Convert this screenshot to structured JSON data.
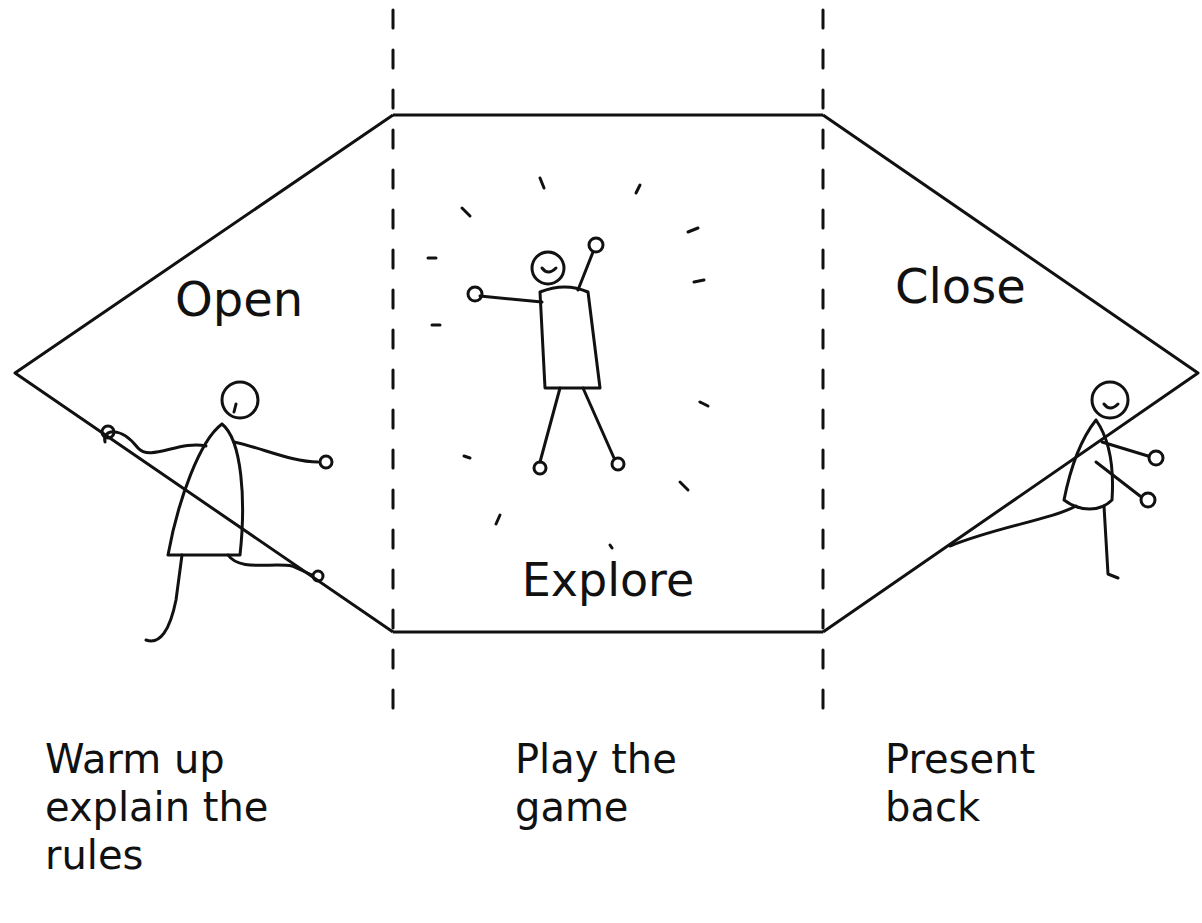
{
  "diagram": {
    "nodes": [
      {
        "text": [
          "Open"
        ]
      },
      {
        "text": [
          "Explore"
        ]
      },
      {
        "text": [
          "Close"
        ]
      }
    ],
    "labels": [
      "Warm up explain the rules",
      "Play the game",
      "Present back"
    ]
  }
}
